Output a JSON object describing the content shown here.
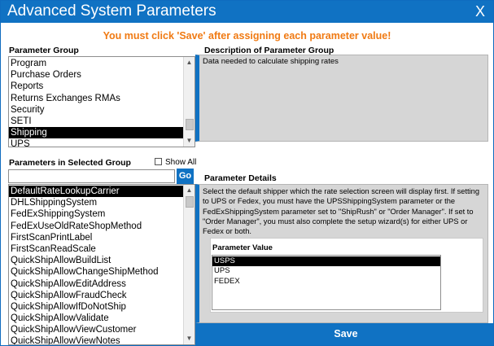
{
  "window": {
    "title": "Advanced System Parameters",
    "close_glyph": "X"
  },
  "warning": "You must click 'Save' after assigning each parameter value!",
  "param_group": {
    "label": "Parameter Group",
    "items": [
      "Program",
      "Purchase Orders",
      "Reports",
      "Returns Exchanges RMAs",
      "Security",
      "SETI",
      "Shipping",
      "UPS"
    ],
    "selected": "Shipping"
  },
  "description": {
    "label": "Description of Parameter Group",
    "text": "Data needed to calculate shipping rates"
  },
  "params": {
    "label": "Parameters in Selected Group",
    "show_all_label": "Show All",
    "show_all_checked": false,
    "search_value": "",
    "go_label": "Go",
    "items": [
      "DefaultRateLookupCarrier",
      "DHLShippingSystem",
      "FedExShippingSystem",
      "FedExUseOldRateShopMethod",
      "FirstScanPrintLabel",
      "FirstScanReadScale",
      "QuickShipAllowBuildList",
      "QuickShipAllowChangeShipMethod",
      "QuickShipAllowEditAddress",
      "QuickShipAllowFraudCheck",
      "QuickShipAllowIfDoNotShip",
      "QuickShipAllowValidate",
      "QuickShipAllowViewCustomer",
      "QuickShipAllowViewNotes"
    ],
    "selected": "DefaultRateLookupCarrier"
  },
  "details": {
    "label": "Parameter Details",
    "text": "Select the default shipper which the rate selection screen will display first. If setting to UPS or Fedex, you must have the UPSShippingSystem parameter or the FedExShippingSystem parameter set to \"ShipRush\" or \"Order Manager\". If set to \"Order Manager\", you must also complete the setup wizard(s) for either UPS or Fedex or both."
  },
  "param_value": {
    "label": "Parameter Value",
    "options": [
      "USPS",
      "UPS",
      "FEDEX"
    ],
    "selected": "USPS"
  },
  "save_label": "Save",
  "colors": {
    "accent": "#1072c3",
    "warning": "#f07a13",
    "panel_gray": "#d6d6d6"
  },
  "icons": {
    "close": "close-icon",
    "scroll_up": "scroll-up-icon",
    "scroll_down": "scroll-down-icon"
  }
}
